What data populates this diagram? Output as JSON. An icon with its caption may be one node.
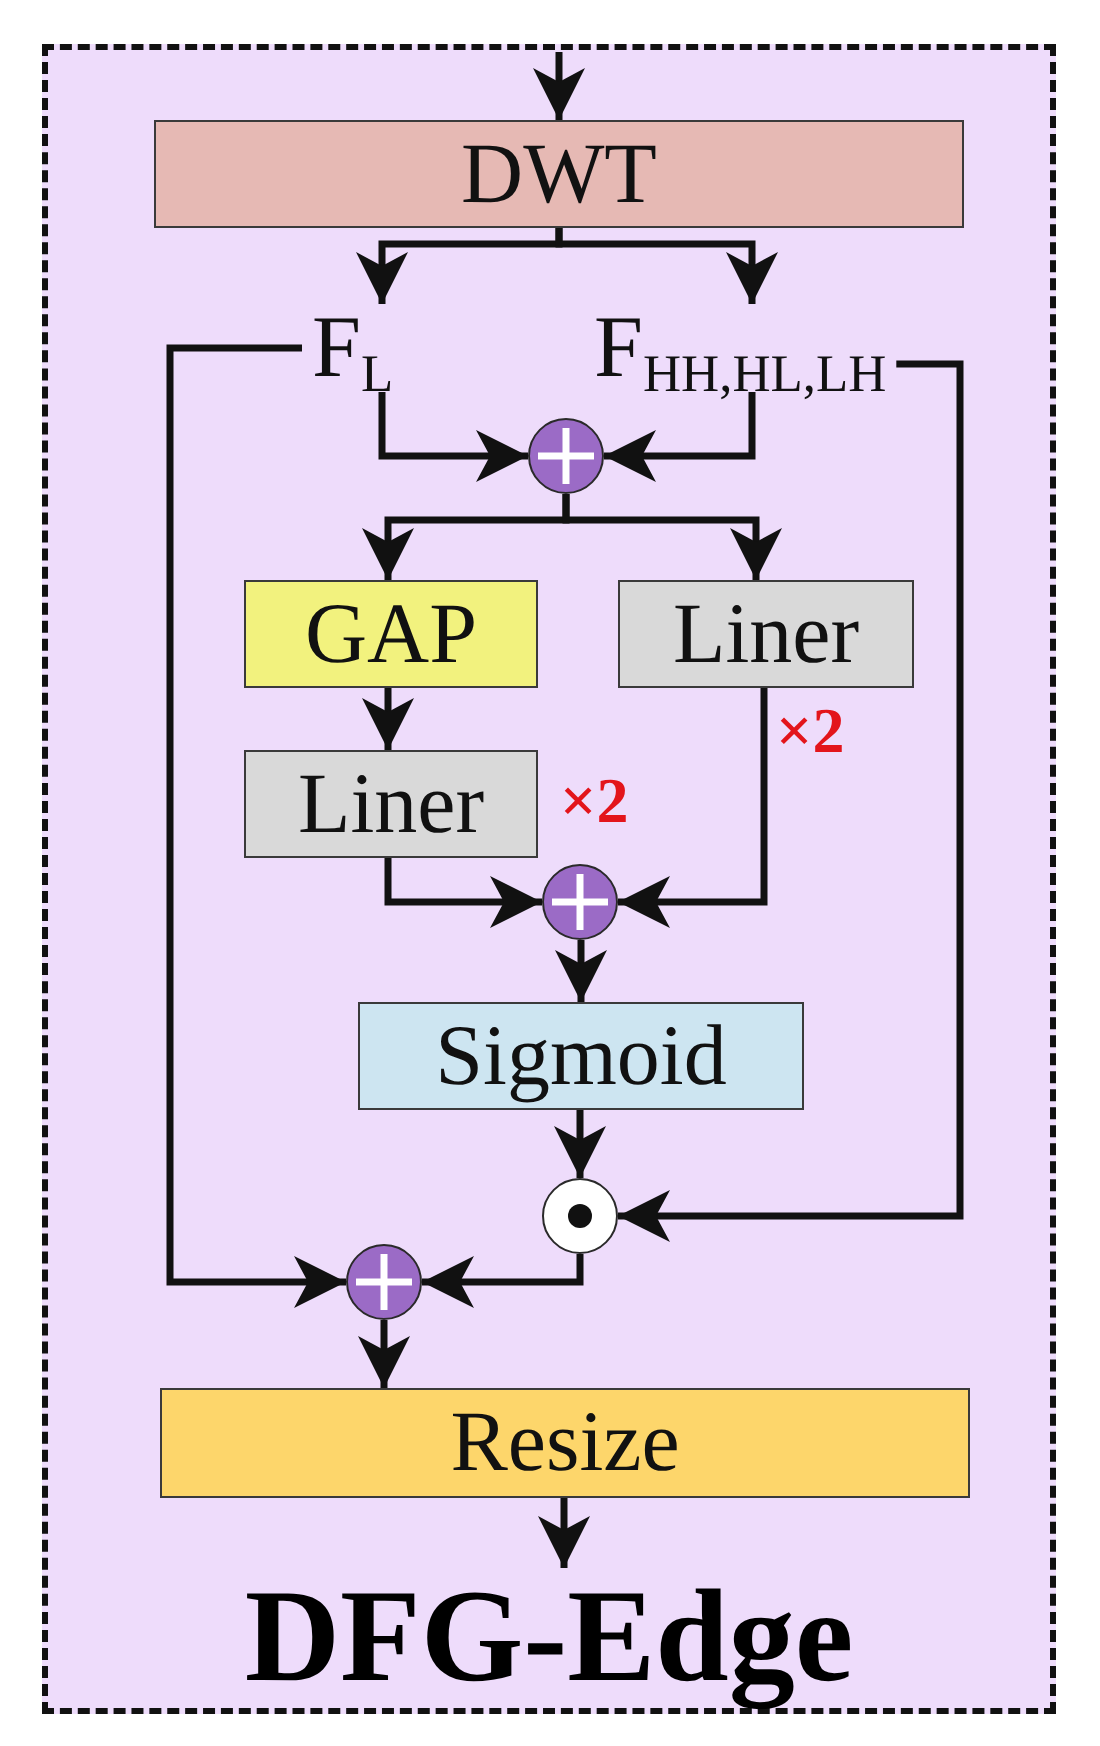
{
  "diagram": {
    "nodes": [
      {
        "text": [
          "DFG-Edge"
        ]
      },
      {
        "text": [
          "DWT"
        ],
        "in": 0
      },
      {
        "text": [
          "F$_{L}$"
        ],
        "in": 0
      },
      {
        "text": [
          "F$_{HH,HL,LH}$"
        ],
        "in": 0
      },
      {
        "text": [],
        "shape": "circle",
        "in": 0
      },
      {
        "text": [
          "GAP"
        ],
        "in": 0
      },
      {
        "text": [
          "Liner"
        ],
        "in": 0,
        "beside": [
          "×2"
        ]
      },
      {
        "text": [
          "Liner"
        ],
        "in": 0,
        "beside": [
          "×2"
        ]
      },
      {
        "text": [],
        "shape": "circle",
        "in": 0
      },
      {
        "text": [
          "Sigmoid"
        ],
        "in": 0
      },
      {
        "text": [],
        "shape": "circle",
        "in": 0
      },
      {
        "text": [],
        "shape": "circle",
        "in": 0
      },
      {
        "text": [
          "Resize"
        ],
        "in": 0
      }
    ],
    "edges": [
      {
        "from": null,
        "to": 1,
        "arrow": "to"
      },
      {
        "from": 1,
        "to": 2,
        "arrow": "to"
      },
      {
        "from": 1,
        "to": 3,
        "arrow": "to"
      },
      {
        "from": 2,
        "to": 4,
        "arrow": "to"
      },
      {
        "from": 3,
        "to": 4,
        "arrow": "to"
      },
      {
        "from": 4,
        "to": 5,
        "arrow": "to"
      },
      {
        "from": 4,
        "to": 6,
        "arrow": "to"
      },
      {
        "from": 5,
        "to": 7,
        "arrow": "to"
      },
      {
        "from": 7,
        "to": 8,
        "arrow": "to"
      },
      {
        "from": 6,
        "to": 8,
        "arrow": "to"
      },
      {
        "from": 8,
        "to": 9,
        "arrow": "to"
      },
      {
        "from": 9,
        "to": 10,
        "arrow": "to"
      },
      {
        "from": 3,
        "to": 10,
        "arrow": "to"
      },
      {
        "from": 10,
        "to": 11,
        "arrow": "to"
      },
      {
        "from": 2,
        "to": 11,
        "arrow": "to"
      },
      {
        "from": 11,
        "to": 12,
        "arrow": "to"
      },
      {
        "from": 12,
        "to": null,
        "arrow": "to"
      }
    ]
  }
}
